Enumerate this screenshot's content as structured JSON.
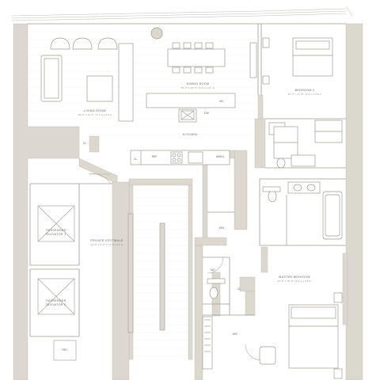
{
  "rooms": {
    "living_room": {
      "name": "LIVING ROOM",
      "dimensions": "18'-6\" x 14'-7\" | 5.7 m x 4.5 m"
    },
    "dining_room": {
      "name": "DINING ROOM",
      "dimensions": "15'-0\" x 10'-2\" | 4.6 m x 3.1 m"
    },
    "kitchen": {
      "name": "KITCHEN"
    },
    "bedroom_2": {
      "name": "BEDROOM 2",
      "dimensions": "10'-7\" x 11'-6\" | 3.2 m x 3.5 m"
    },
    "private_vestibule": {
      "name": "PRIVATE VESTIBULE",
      "dimensions": "24'-9\" x 6'-0\" | 7.5 m x 1.8 m"
    },
    "passenger_elevator_1": {
      "name": "PASSENGER ELEVATOR 1"
    },
    "passenger_elevator_2": {
      "name": "PASSENGER ELEVATOR 2"
    },
    "master_bedroom": {
      "name": "MASTER BEDROOM",
      "dimensions": "11'-9\" x 18'-0\" | 3.6 m x 5.5 m"
    }
  },
  "tags": {
    "wc_kitchen": "WC",
    "dw": "DW",
    "ref": "REF",
    "mw": "MW/O",
    "cl_kitchen": "CL",
    "cl_left": "CL",
    "cl_hall": "CL",
    "wd": "W/D",
    "wic": "WIC",
    "rec": "REC",
    "wc_master": "WC"
  },
  "colors": {
    "wall": "#ddd8cf",
    "line": "#9e9a92",
    "fine": "#c4c0b8",
    "text": "#6a665f"
  }
}
